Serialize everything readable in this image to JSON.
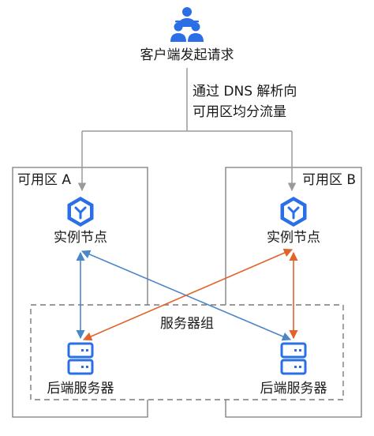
{
  "client": {
    "label": "客户端发起请求",
    "icon": "users-group-icon"
  },
  "dns_note": {
    "line1": "通过 DNS 解析向",
    "line2": "可用区均分流量"
  },
  "zones": [
    {
      "label": "可用区 A",
      "node_label": "实例节点",
      "node_icon": "instance-node-icon"
    },
    {
      "label": "可用区 B",
      "node_label": "实例节点",
      "node_icon": "instance-node-icon"
    }
  ],
  "server_group": {
    "label": "服务器组",
    "servers": [
      {
        "label": "后端服务器",
        "icon": "server-icon"
      },
      {
        "label": "后端服务器",
        "icon": "server-icon"
      }
    ]
  },
  "colors": {
    "accent_blue": "#2b6fe6",
    "link_blue": "#4a86c8",
    "link_orange": "#e0632a",
    "flow_gray": "#9a9a9a",
    "border_gray": "#7a7a7a"
  }
}
